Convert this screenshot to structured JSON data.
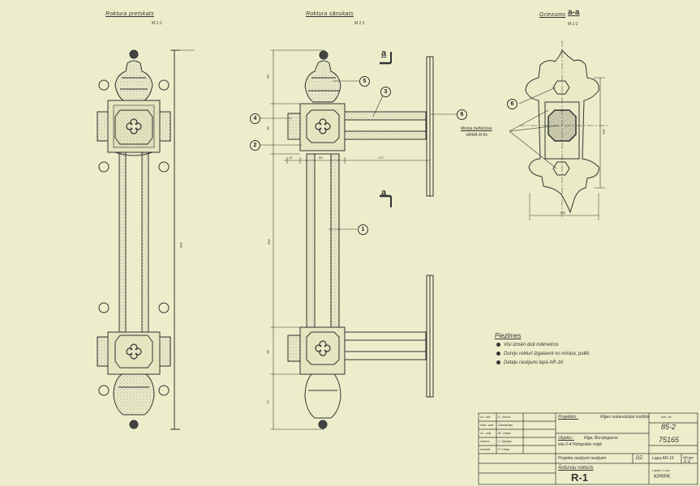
{
  "views": {
    "front": {
      "title": "Rokturа pretskats",
      "scale": "M 1:1"
    },
    "side": {
      "title": "Rokturа sānskats",
      "scale": "M 1:1"
    },
    "section": {
      "title": "Griezums",
      "mark": "a-a",
      "scale": "M 1:1"
    }
  },
  "section_marks": {
    "upper": "a",
    "lower": "a"
  },
  "callouts": [
    "1",
    "2",
    "3",
    "4",
    "5",
    "6"
  ],
  "section_labels": {
    "screw_label": "Misiņa bultskrūve",
    "screw_spec": "VAIRĀ M 8x"
  },
  "notes": {
    "title": "Piezīmes",
    "items": [
      "Visi izmēri doti milimetros",
      "Durvju rokturi izgatavot no misiņa, pulēt.",
      "Detaļu rasējumi lapā AR-16"
    ]
  },
  "dimensions": {
    "side_top": "80",
    "side_plate": "96",
    "side_mid": "592",
    "side_low": "96",
    "side_bottom": "70",
    "projection_a": "42",
    "projection_b": "86",
    "projection_c": "172",
    "front_total": "936",
    "section_height": "452",
    "section_width": "208"
  },
  "title_block": {
    "rows_left": [
      [
        "Gr. arh.",
        "E. Zikuls"
      ],
      [
        "Nod. vad.",
        "Zamārēgs"
      ],
      [
        "Gr. vad.",
        "M. Līepa"
      ],
      [
        "Autors",
        "J. Spogis"
      ],
      [
        "Izstrād.",
        "P. Līepa"
      ]
    ],
    "institute_label": "Projektēts :",
    "institute": "Rīgas restaurācijas institūts",
    "object_label": "Objekts :",
    "object": "Rīga, Burvjiegasse",
    "address": "iela 2-4 Habigvāds mājā",
    "stage": "Projekta rasējumi rasējumi",
    "drawing_name": "Ārdurvju rokturis",
    "drawing_code": "R-1",
    "stage_code": "DZ.",
    "sheet_label": "Lapa AR-16",
    "scale_label": "Mērogs",
    "scale_value": "1:1",
    "arch_no_label": "Arh. Nr.",
    "arch_no": "85-2",
    "inv_no": "75165",
    "archive": "Lapas 1 sav.",
    "archive2": "KPRPK"
  },
  "colors": {
    "paper": "#eceecb",
    "ink": "#333333"
  }
}
